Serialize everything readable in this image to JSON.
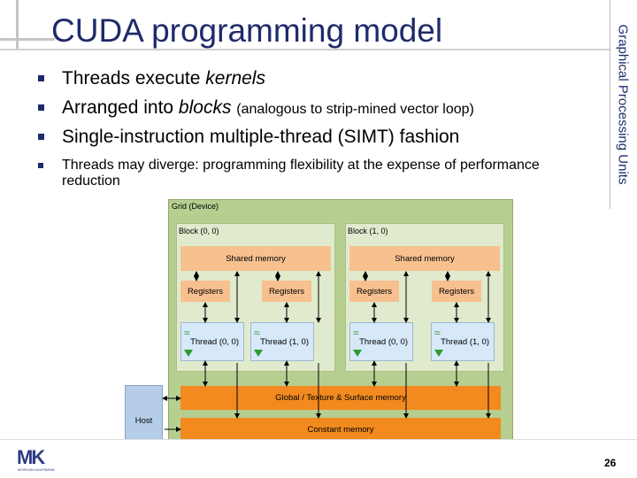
{
  "slide": {
    "title": "CUDA programming model",
    "side_label": "Graphical Processing Units",
    "page_number": "26"
  },
  "bullets": [
    {
      "pre": "Threads execute ",
      "em": "kernels",
      "post": "",
      "small": ""
    },
    {
      "pre": "Arranged into ",
      "em": "blocks",
      "post": " ",
      "small": "(analogous to strip-mined vector loop)"
    },
    {
      "pre": "Single-instruction multiple-thread (SIMT) fashion",
      "em": "",
      "post": "",
      "small": ""
    },
    {
      "text": "Threads may diverge: programming flexibility at the expense of performance reduction"
    }
  ],
  "diagram": {
    "grid_label": "Grid (Device)",
    "blocks": [
      {
        "label": "Block (0, 0)",
        "shared": "Shared memory",
        "registers": [
          "Registers",
          "Registers"
        ],
        "threads": [
          "Thread (0, 0)",
          "Thread (1, 0)"
        ]
      },
      {
        "label": "Block (1, 0)",
        "shared": "Shared memory",
        "registers": [
          "Registers",
          "Registers"
        ],
        "threads": [
          "Thread (0, 0)",
          "Thread (1, 0)"
        ]
      }
    ],
    "global_memory": "Global / Texture & Surface memory",
    "constant_memory": "Constant memory",
    "host": "Host"
  },
  "logo": {
    "mark": "MK",
    "sub": "MORGAN KAUFMANN"
  },
  "colors": {
    "title": "#1f2a6b",
    "grid": "#b6cf90",
    "block": "#e0eacc",
    "memory_light": "#f7c08f",
    "memory_dark": "#f28a1f",
    "thread": "#d7e8f9",
    "host": "#b5cde6"
  }
}
